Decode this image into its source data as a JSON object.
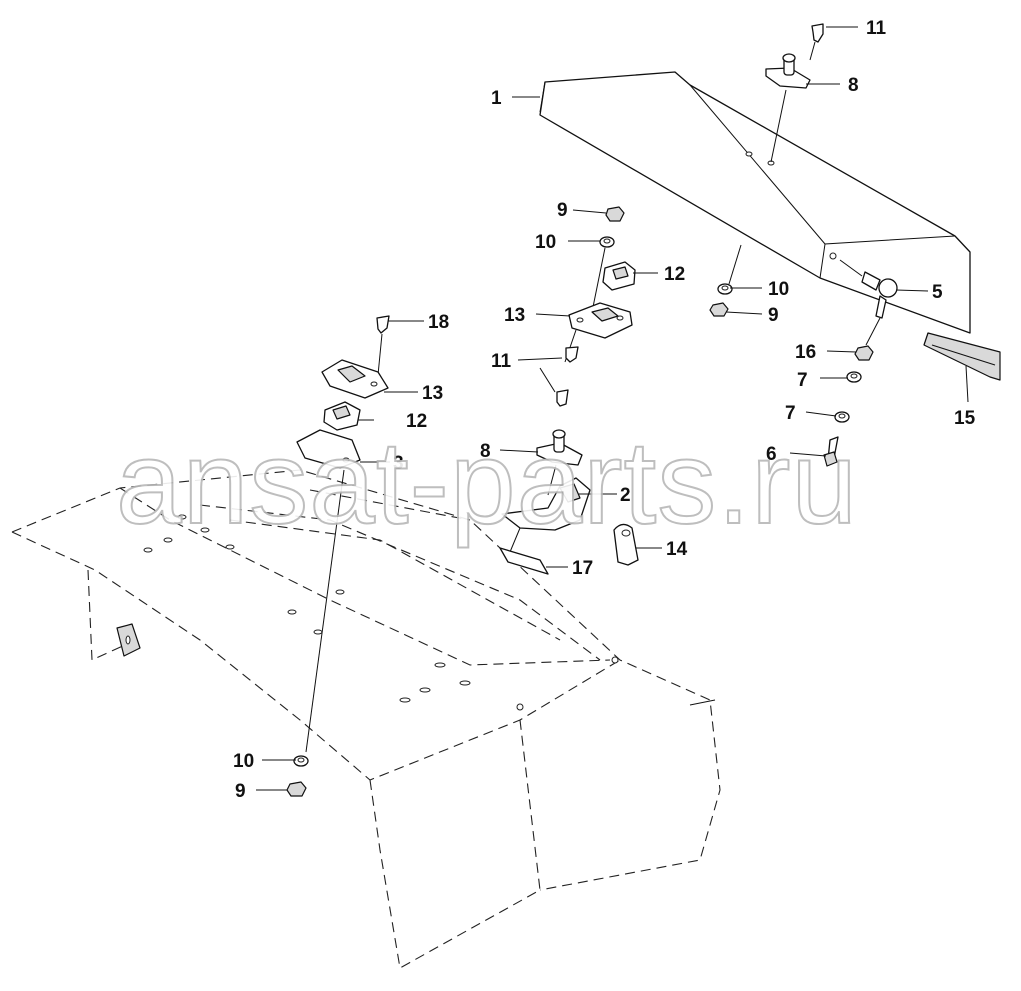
{
  "diagram": {
    "watermark": "ansat-parts.ru",
    "callouts": [
      "1",
      "2",
      "3",
      "5",
      "6",
      "7",
      "7",
      "8",
      "8",
      "9",
      "9",
      "9",
      "10",
      "10",
      "10",
      "11",
      "11",
      "12",
      "12",
      "13",
      "13",
      "14",
      "15",
      "16",
      "17",
      "18"
    ]
  }
}
